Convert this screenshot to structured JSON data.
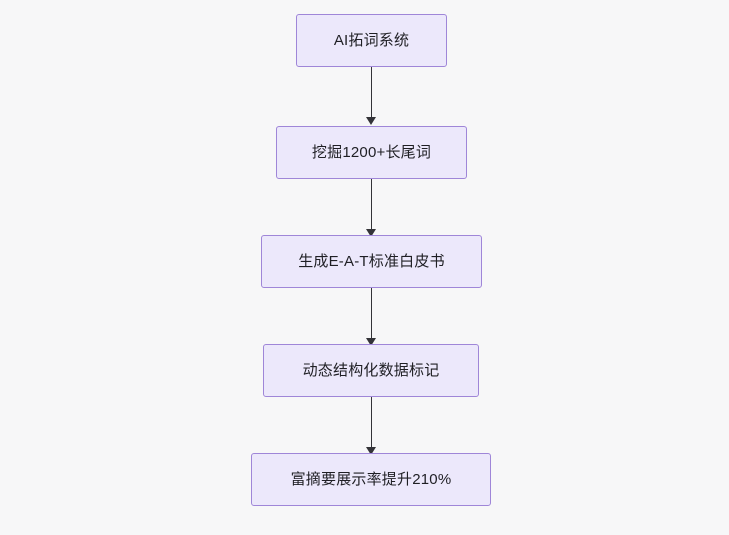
{
  "diagram": {
    "type": "flowchart",
    "direction": "top-to-bottom",
    "nodes": [
      {
        "id": "n1",
        "label": "AI拓词系统"
      },
      {
        "id": "n2",
        "label": "挖掘1200+长尾词"
      },
      {
        "id": "n3",
        "label": "生成E-A-T标准白皮书"
      },
      {
        "id": "n4",
        "label": "动态结构化数据标记"
      },
      {
        "id": "n5",
        "label": "富摘要展示率提升210%"
      }
    ],
    "edges": [
      {
        "from": "n1",
        "to": "n2"
      },
      {
        "from": "n2",
        "to": "n3"
      },
      {
        "from": "n3",
        "to": "n4"
      },
      {
        "from": "n4",
        "to": "n5"
      }
    ],
    "colors": {
      "background": "#f7f7f8",
      "node_fill": "#ece8fb",
      "node_border": "#9f86d8",
      "text": "#1f1f24",
      "edge": "#333338"
    }
  }
}
